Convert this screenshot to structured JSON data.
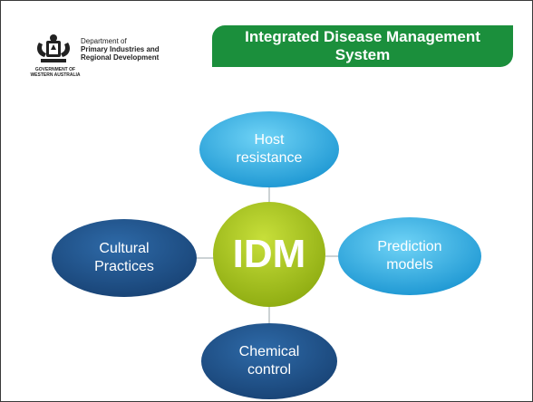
{
  "header": {
    "department_line1": "Department of",
    "department_line2": "Primary Industries and",
    "department_line3": "Regional Development",
    "government_line1": "GOVERNMENT OF",
    "government_line2": "WESTERN AUSTRALIA",
    "title": "Integrated Disease Management System"
  },
  "diagram": {
    "center": "IDM",
    "nodes": {
      "top_line1": "Host",
      "top_line2": "resistance",
      "right_line1": "Prediction",
      "right_line2": "models",
      "bottom_line1": "Chemical",
      "bottom_line2": "control",
      "left_line1": "Cultural",
      "left_line2": "Practices"
    }
  },
  "colors": {
    "banner": "#1b8f3c",
    "center": "#9ab818",
    "light_blue": "#1fa6df",
    "dark_blue": "#1c4f88"
  }
}
